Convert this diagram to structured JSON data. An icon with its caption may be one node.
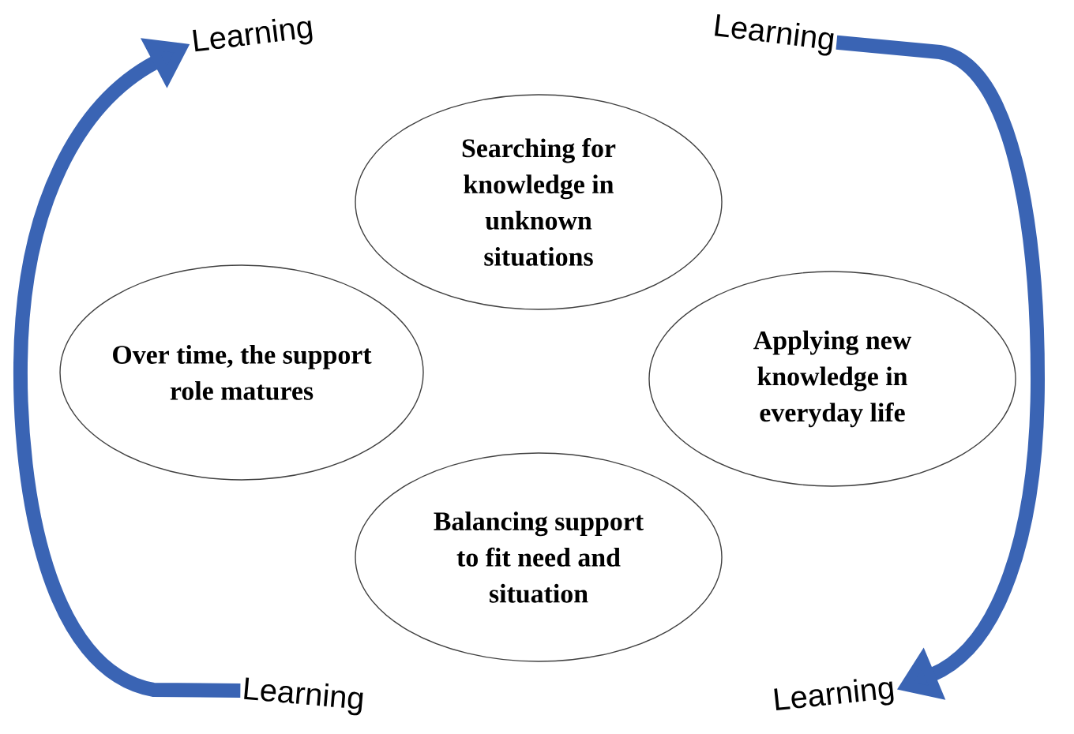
{
  "diagram": {
    "nodes": [
      {
        "text": [
          "Learning"
        ]
      },
      {
        "text": [
          "Learning"
        ]
      },
      {
        "text": [
          "Searching for knowledge in unknown situations"
        ]
      },
      {
        "text": [
          "Over time, the support role matures"
        ]
      },
      {
        "text": [
          "Applying new knowledge in everyday life"
        ]
      },
      {
        "text": [
          "Balancing support to fit need and situation"
        ]
      },
      {
        "text": [
          "Learning"
        ]
      },
      {
        "text": [
          "Learning"
        ]
      }
    ],
    "edges": [
      {
        "from": 6,
        "to": 0,
        "arrow": "to"
      },
      {
        "from": 1,
        "to": 7,
        "arrow": "to"
      }
    ]
  }
}
